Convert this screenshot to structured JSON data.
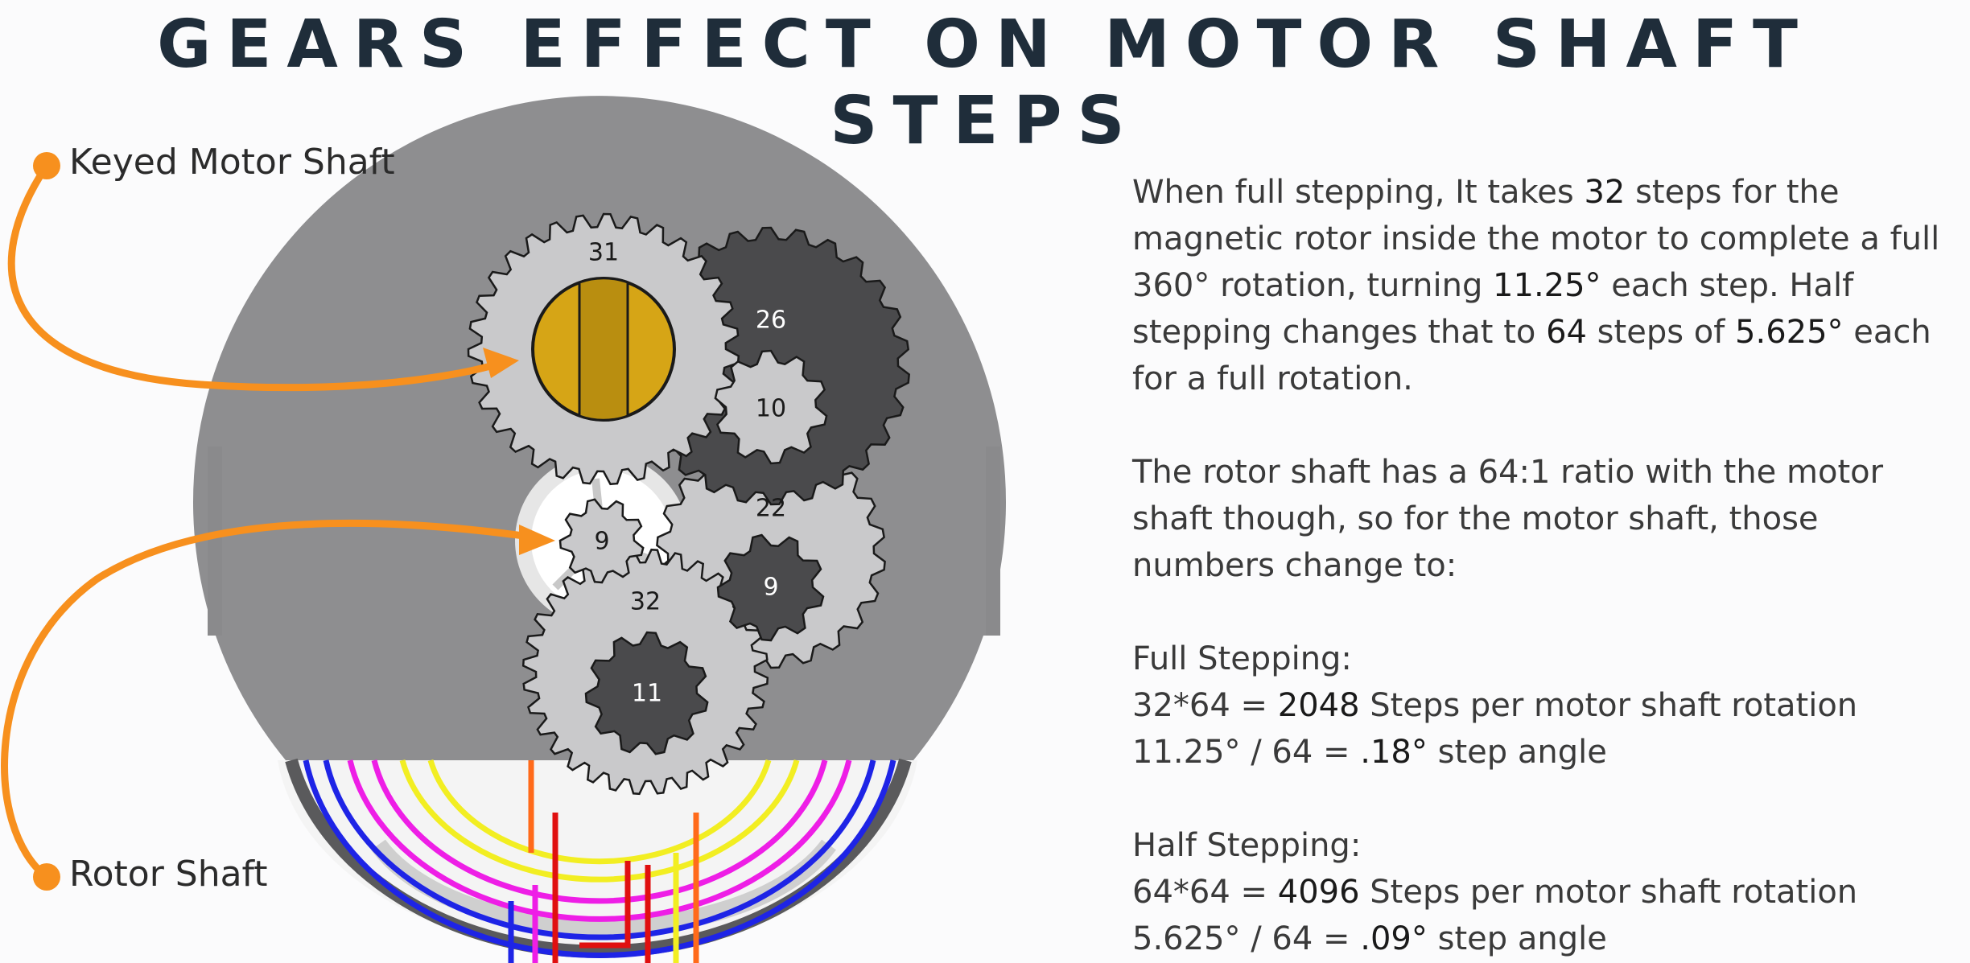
{
  "title": "GEARS EFFECT ON MOTOR SHAFT STEPS",
  "callouts": {
    "keyed_motor_shaft": "Keyed Motor Shaft",
    "rotor_shaft": "Rotor Shaft"
  },
  "gears": {
    "g31": "31",
    "g26": "26",
    "g10": "10",
    "g22": "22",
    "g9_small": "9",
    "g9_dark": "9",
    "g32": "32",
    "g11": "11"
  },
  "text": {
    "para1": {
      "a": "When full stepping, It takes ",
      "b": "32",
      "c": " steps for the magnetic rotor inside the motor to complete a full 360° rotation, turning ",
      "d": "11.25°",
      "e": " each step.  Half stepping changes that to ",
      "f": "64",
      "g": " steps of ",
      "h": "5.625°",
      "i": " each for a full rotation."
    },
    "para2": "The rotor shaft has a 64:1 ratio with the motor shaft though, so for the motor shaft, those numbers change to:",
    "full": {
      "heading": "Full Stepping:",
      "line1_a": "32*64 = ",
      "line1_b": "2048",
      "line1_c": " Steps per motor shaft rotation",
      "line2_a": "11.25° / 64 = ",
      "line2_b": ".18°",
      "line2_c": " step angle"
    },
    "half": {
      "heading": "Half Stepping:",
      "line1_a": "64*64 = ",
      "line1_b": "4096",
      "line1_c": " Steps per motor shaft rotation",
      "line2_a": "5.625° / 64 = ",
      "line2_b": ".09°",
      "line2_c": " step angle"
    }
  },
  "colors": {
    "arrow": "#f7901e",
    "housing": "#8e8e90",
    "gear_light": "#c9c9cb",
    "gear_dark": "#4a4a4c",
    "shaft_gold": "#d6a516",
    "title": "#1f2d3a"
  }
}
